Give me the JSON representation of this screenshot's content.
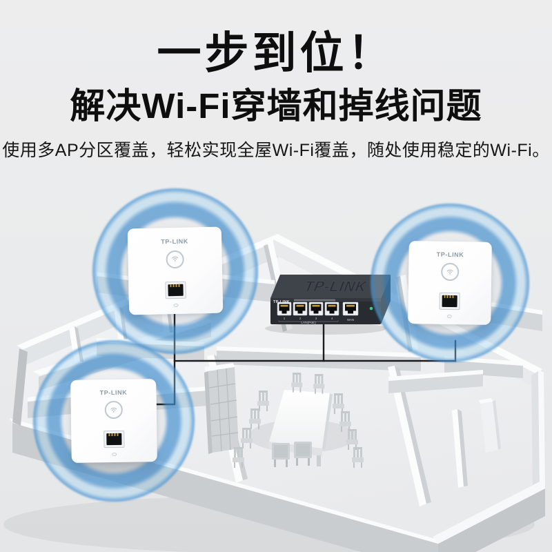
{
  "header": {
    "title_line1": "一步到位！",
    "title_line2": "解决Wi-Fi穿墙和掉线问题",
    "description": "使用多AP分区覆盖，轻松实现全屋Wi-Fi覆盖，随处使用稳定的Wi-Fi。"
  },
  "devices": {
    "access_points": [
      {
        "position": "top-left",
        "brand": "TP-LINK"
      },
      {
        "position": "top-right",
        "brand": "TP-LINK"
      },
      {
        "position": "bottom-left",
        "brand": "TP-LINK"
      }
    ],
    "poe_switch": {
      "brand_top": "TP-LINK",
      "brand_front": "TP-LINK",
      "port_count": 5,
      "port_numbers": [
        "1",
        "2",
        "3",
        "4"
      ],
      "lan_group_label": "LAN(PoE)",
      "wan_label": "WAN",
      "led_color": "#35d07f"
    }
  },
  "colors": {
    "page_background": "#ececed",
    "title_text": "#0e0e0e",
    "wifi_ripple_blue": "#4a96d4",
    "cable_black": "#1b1c1e",
    "switch_body": "#34373c",
    "wall_top": "#fbfcfc",
    "wall_face": "#cbcfd1",
    "floor": "#f0f1f2"
  }
}
